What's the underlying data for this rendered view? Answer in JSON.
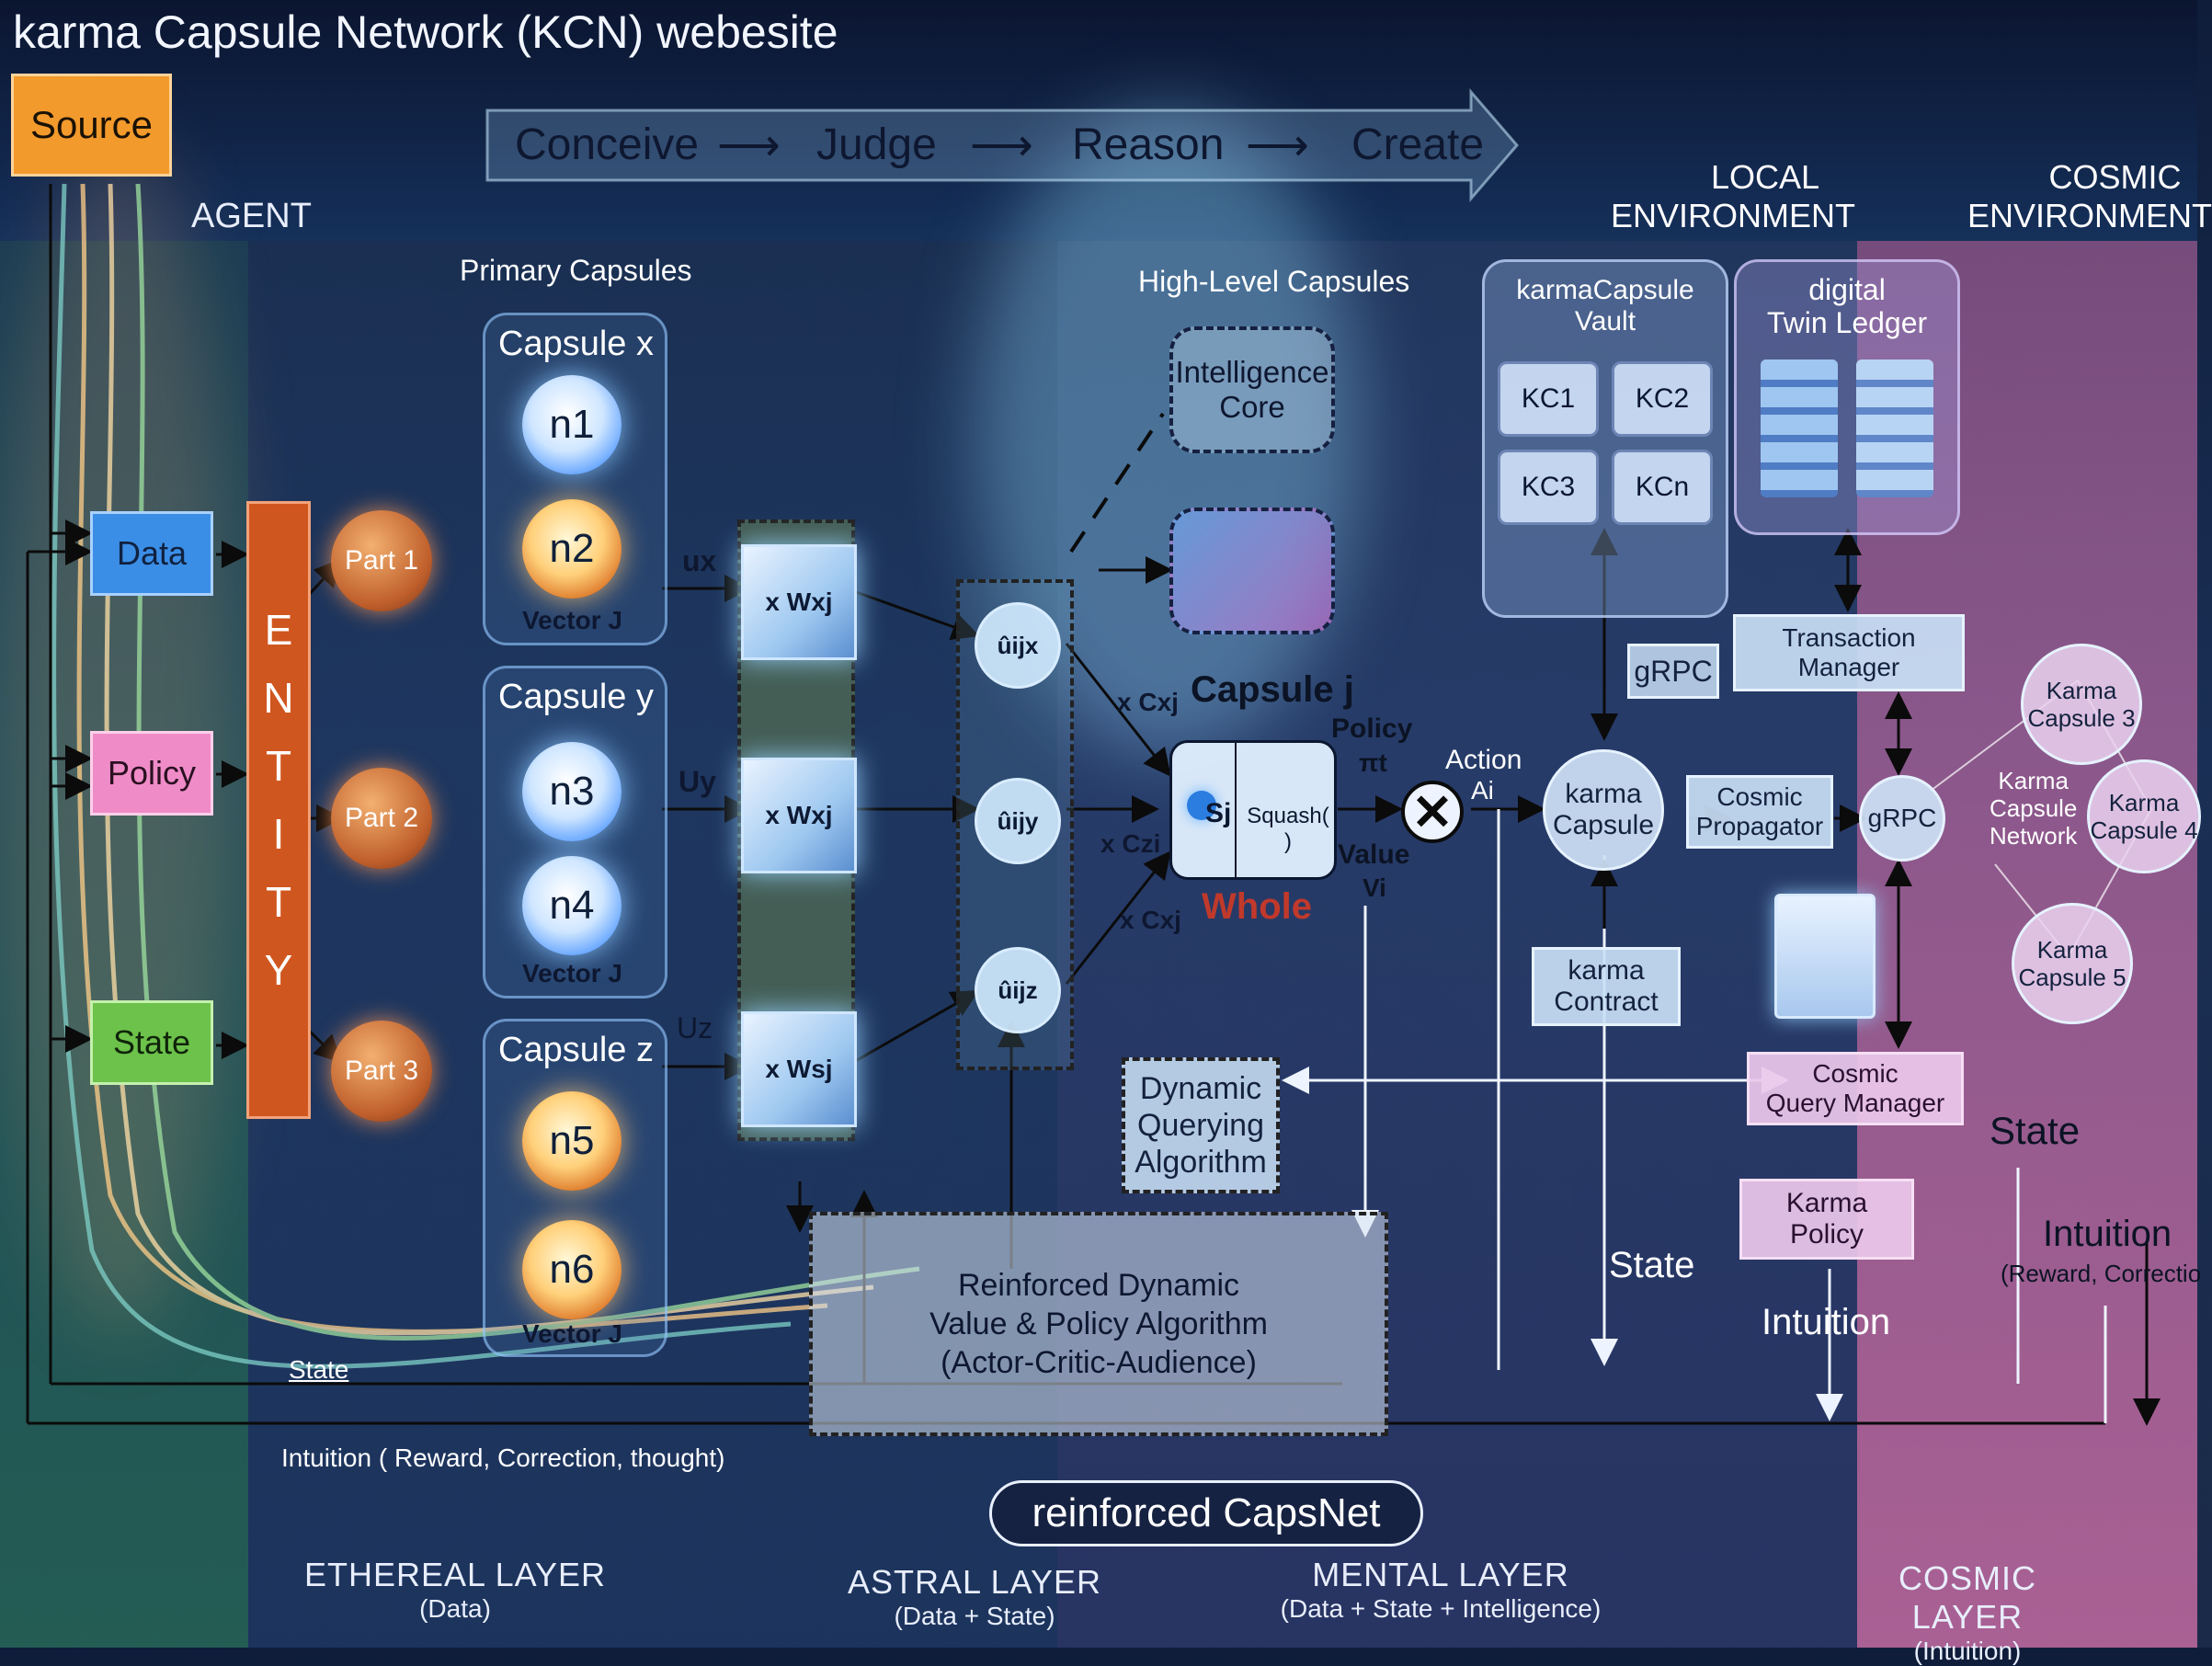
{
  "title": "karma Capsule Network (KCN) webesite",
  "source_label": "Source",
  "agent_label": "AGENT",
  "pipeline": [
    "Conceive",
    "Judge",
    "Reason",
    "Create"
  ],
  "environments": {
    "local": [
      "LOCAL",
      "ENVIRONMENT"
    ],
    "cosmic": [
      "COSMIC",
      "ENVIRONMENT"
    ]
  },
  "inputs": [
    "Data",
    "Policy",
    "State"
  ],
  "entity": "ENTITY",
  "parts": [
    "Part 1",
    "Part 2",
    "Part 3"
  ],
  "primary_capsules": {
    "title": "Primary Capsules",
    "capsules": [
      {
        "name": "Capsule x",
        "nodes": [
          "n1",
          "n2"
        ],
        "vector": "Vector J",
        "u": "ux",
        "w": "x Wxj"
      },
      {
        "name": "Capsule y",
        "nodes": [
          "n3",
          "n4"
        ],
        "vector": "Vector J",
        "u": "Uy",
        "w": "x Wxj"
      },
      {
        "name": "Capsule z",
        "nodes": [
          "n5",
          "n6"
        ],
        "vector": "Vector J",
        "u": "Uz",
        "w": "x Wsj"
      }
    ]
  },
  "predictions": [
    "ûijx",
    "ûijy",
    "ûijz"
  ],
  "couplings": [
    "x Cxj",
    "x Czi",
    "x Cxj"
  ],
  "high_level": {
    "title": "High-Level Capsules",
    "intelligence_core": [
      "Intelligence",
      "Core"
    ],
    "capsule_j": "Capsule j",
    "sj": "Sj",
    "squash": "Squash( )",
    "whole": "Whole",
    "policy": "Policy",
    "pi": "πt",
    "value": "Value",
    "v": "Vi",
    "action": "Action",
    "a": "Ai"
  },
  "local_env": {
    "vault_title": [
      "karmaCapsule",
      "Vault"
    ],
    "vault_cells": [
      "KC1",
      "KC2",
      "KC3",
      "KCn"
    ],
    "ledger_title": [
      "digital",
      "Twin Ledger"
    ],
    "grpc1": "gRPC",
    "transaction_manager": [
      "Transaction",
      "Manager"
    ],
    "karma_capsule": [
      "karma",
      "Capsule"
    ],
    "cosmic_propagator": [
      "Cosmic",
      "Propagator"
    ],
    "grpc2": "gRPC",
    "karma_contract": [
      "karma",
      "Contract"
    ],
    "cosmic_query_manager": [
      "Cosmic",
      "Query Manager"
    ],
    "dynamic_querying": [
      "Dynamic",
      "Querying",
      "Algorithm"
    ]
  },
  "cosmic_env": {
    "capsules": [
      [
        "Karma",
        "Capsule 3"
      ],
      [
        "Karma",
        "Capsule 4"
      ],
      [
        "Karma",
        "Capsule 5"
      ]
    ],
    "network": [
      "Karma",
      "Capsule",
      "Network"
    ],
    "karma_policy": [
      "Karma",
      "Policy"
    ],
    "state": "State",
    "intuition": "Intuition",
    "intuition_sub": "(Reward, Correctio"
  },
  "feedback": {
    "state_mental": "State",
    "intuition_mental": "Intuition",
    "state_bottom": "State",
    "intuition_bottom": "Intuition ( Reward, Correction, thought)"
  },
  "rl_algorithm": [
    "Reinforced Dynamic",
    "Value & Policy Algorithm",
    "(Actor-Critic-Audience)"
  ],
  "badge": "reinforced CapsNet",
  "layers": [
    {
      "name": "ETHEREAL LAYER",
      "sub": "(Data)"
    },
    {
      "name": "ASTRAL LAYER",
      "sub": "(Data + State)"
    },
    {
      "name": "MENTAL LAYER",
      "sub": "(Data + State + Intelligence)"
    },
    {
      "name": "COSMIC LAYER",
      "sub": "(Intuition)"
    }
  ],
  "colors": {
    "source": "#f39a2c",
    "data": "#3b8ee6",
    "policy": "#ef8cc8",
    "state": "#6cc24a",
    "entity": "#d0561f",
    "whole": "#c0392b",
    "cosmic_pink": "#e87fb8"
  }
}
